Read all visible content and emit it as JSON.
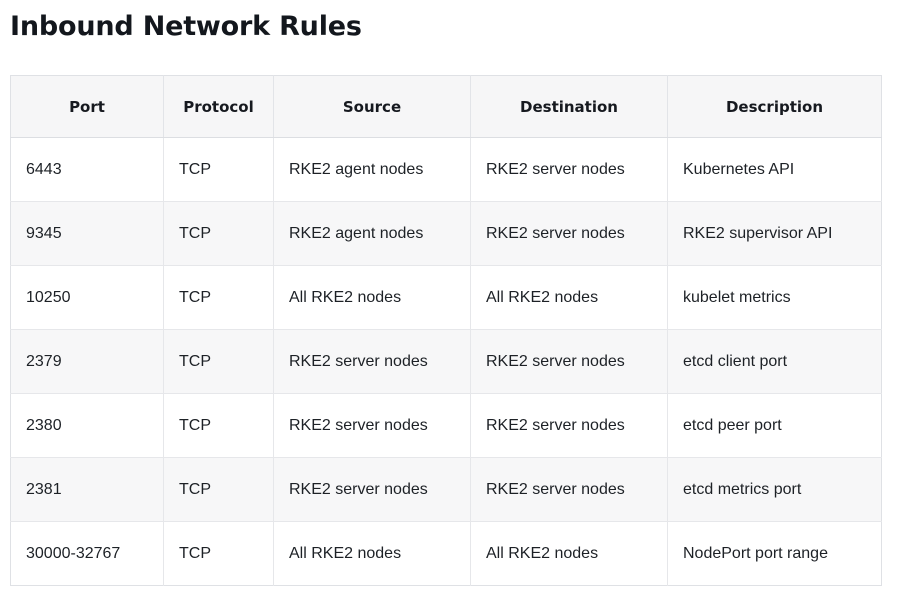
{
  "page": {
    "title": "Inbound Network Rules",
    "background_color": "#ffffff",
    "title_color": "#13171d"
  },
  "table": {
    "name": "inbound-network-rules-table",
    "header_background": "#f6f6f7",
    "row_alt_background": "#f7f7f8",
    "border_color": "#dfe1e5",
    "columns": [
      {
        "key": "port",
        "label": "Port"
      },
      {
        "key": "protocol",
        "label": "Protocol"
      },
      {
        "key": "source",
        "label": "Source"
      },
      {
        "key": "destination",
        "label": "Destination"
      },
      {
        "key": "description",
        "label": "Description"
      }
    ],
    "rows": [
      {
        "port": "6443",
        "protocol": "TCP",
        "source": "RKE2 agent nodes",
        "destination": "RKE2 server nodes",
        "description": "Kubernetes API"
      },
      {
        "port": "9345",
        "protocol": "TCP",
        "source": "RKE2 agent nodes",
        "destination": "RKE2 server nodes",
        "description": "RKE2 supervisor API"
      },
      {
        "port": "10250",
        "protocol": "TCP",
        "source": "All RKE2 nodes",
        "destination": "All RKE2 nodes",
        "description": "kubelet metrics"
      },
      {
        "port": "2379",
        "protocol": "TCP",
        "source": "RKE2 server nodes",
        "destination": "RKE2 server nodes",
        "description": "etcd client port"
      },
      {
        "port": "2380",
        "protocol": "TCP",
        "source": "RKE2 server nodes",
        "destination": "RKE2 server nodes",
        "description": "etcd peer port"
      },
      {
        "port": "2381",
        "protocol": "TCP",
        "source": "RKE2 server nodes",
        "destination": "RKE2 server nodes",
        "description": "etcd metrics port"
      },
      {
        "port": "30000-32767",
        "protocol": "TCP",
        "source": "All RKE2 nodes",
        "destination": "All RKE2 nodes",
        "description": "NodePort port range"
      }
    ]
  }
}
